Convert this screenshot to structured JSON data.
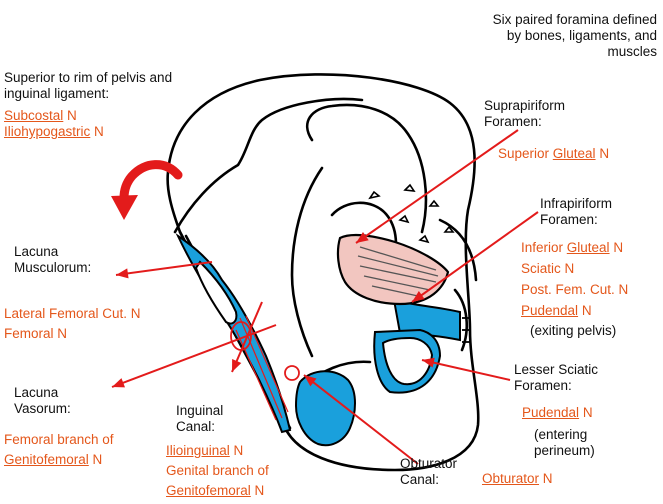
{
  "title_note": [
    "Six paired foramina defined",
    "by bones, ligaments, and",
    "muscles"
  ],
  "superior": {
    "heading": [
      "Superior to rim of pelvis and",
      "inguinal ligament:"
    ],
    "nerve1": "Subcostal",
    "nerve1_suffix": " N",
    "nerve2": "Iliohypogastric",
    "nerve2_suffix": " N"
  },
  "suprapiriform": {
    "heading": [
      "Suprapiriform",
      "Foramen:"
    ],
    "nerve_prefix": "Superior ",
    "nerve_u": "Gluteal",
    "nerve_suffix": " N"
  },
  "infrapiriform": {
    "heading": [
      "Infrapiriform",
      "Foramen:"
    ],
    "n1_prefix": "Inferior ",
    "n1_u": "Gluteal",
    "n1_suffix": " N",
    "n2": "Sciatic N",
    "n3": "Post. Fem. Cut. N",
    "n4_u": "Pudendal",
    "n4_suffix": " N",
    "note": "(exiting pelvis)"
  },
  "lacuna_musculorum": {
    "heading": [
      "Lacuna",
      "Musculorum:"
    ],
    "nerves": [
      "Lateral Femoral Cut. N",
      "Femoral N"
    ]
  },
  "lacuna_vasorum": {
    "heading": [
      "Lacuna",
      "Vasorum:"
    ],
    "n1": "Femoral branch of",
    "n2_u": "Genitofemoral",
    "n2_suffix": " N"
  },
  "inguinal_canal": {
    "heading": [
      "Inguinal",
      "Canal:"
    ],
    "n1_u": "Ilioinguinal",
    "n1_suffix": " N",
    "n2": "Genital branch of",
    "n3_u": "Genitofemoral",
    "n3_suffix": " N"
  },
  "lesser_sciatic": {
    "heading": [
      "Lesser Sciatic",
      "Foramen:"
    ],
    "nerve_u": "Pudendal",
    "nerve_suffix": " N",
    "note": [
      "(entering",
      "perineum)"
    ]
  },
  "obturator": {
    "heading": [
      "Obturator",
      "Canal:"
    ],
    "nerve_u": "Obturator",
    "nerve_suffix": " N"
  },
  "colors": {
    "label_orange": "#e4571b",
    "arrow_red": "#e31b1b",
    "foramen_blue": "#1aa0dc",
    "piriformis_pink": "#f2c6c0"
  }
}
